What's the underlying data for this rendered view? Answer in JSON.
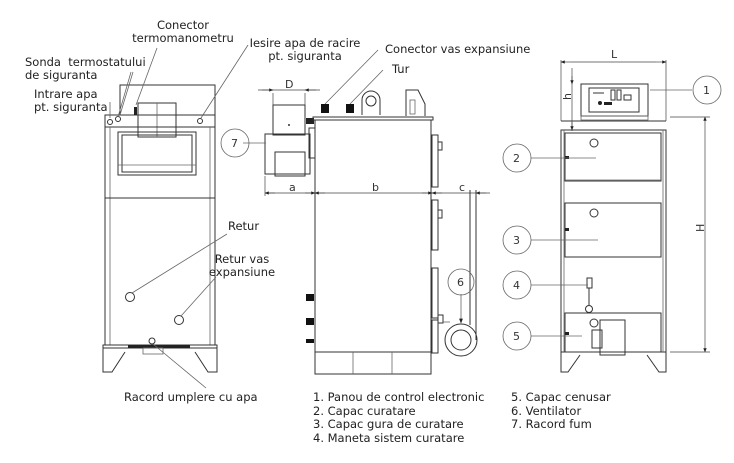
{
  "labels": {
    "conector_termomanometru": [
      "Conector",
      "termomanometru"
    ],
    "sonda_termostat": [
      "Sonda  termostatului",
      "de siguranta"
    ],
    "intrare_apa": [
      "Intrare apa",
      "pt. siguranta"
    ],
    "iesire_apa": [
      "Iesire apa de racire",
      "pt. siguranta"
    ],
    "conector_vas": "Conector vas expansiune",
    "tur": "Tur",
    "retur": "Retur",
    "retur_vas": [
      "Retur vas",
      "expansiune"
    ],
    "racord_umplere": "Racord umplere cu apa"
  },
  "dimensions": {
    "D": "D",
    "a": "a",
    "b": "b",
    "c": "c",
    "L": "L",
    "h": "h",
    "H": "H"
  },
  "callouts": [
    "1",
    "2",
    "3",
    "4",
    "5",
    "6",
    "7"
  ],
  "legend": {
    "col1": [
      "1. Panou de control electronic",
      "2. Capac curatare",
      "3. Capac gura de curatare",
      "4. Maneta sistem curatare"
    ],
    "col2": [
      "5. Capac cenusar",
      "6. Ventilator",
      "7. Racord fum"
    ]
  }
}
